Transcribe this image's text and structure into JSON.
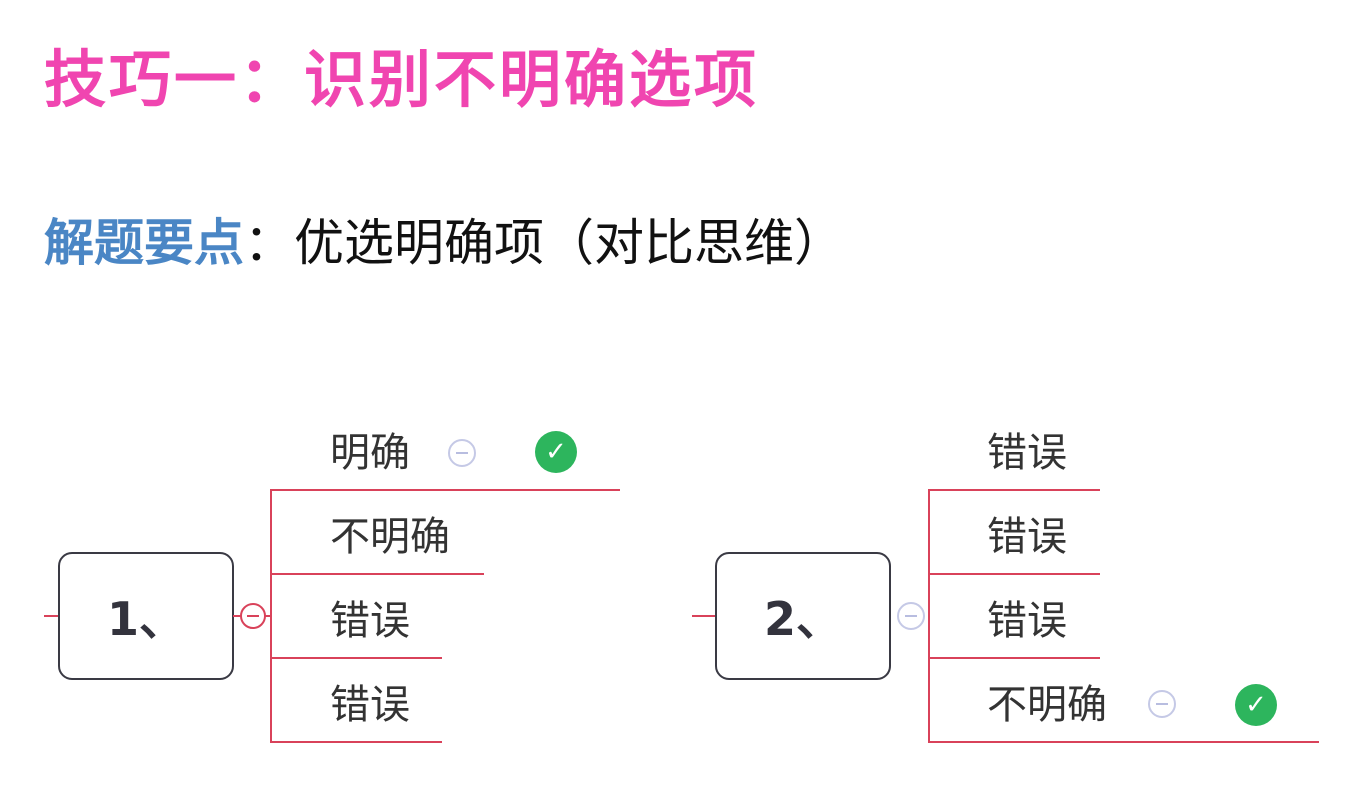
{
  "title": "技巧一：识别不明确选项",
  "key_point": {
    "label": "解题要点",
    "separator": "：",
    "text": "优选明确项（对比思维）"
  },
  "colors": {
    "title": "#f045b0",
    "key_label": "#4a86c5",
    "branch_line": "#d9425a",
    "check": "#2db55d"
  },
  "mindmaps": [
    {
      "root": "1、",
      "branches": [
        "明确",
        "不明确",
        "错误",
        "错误"
      ],
      "marked_branch_index": 0
    },
    {
      "root": "2、",
      "branches": [
        "错误",
        "错误",
        "错误",
        "不明确"
      ],
      "marked_branch_index": 3
    }
  ],
  "icons": {
    "marked": "check-circle-icon",
    "collapse": "collapse-minus-icon"
  }
}
